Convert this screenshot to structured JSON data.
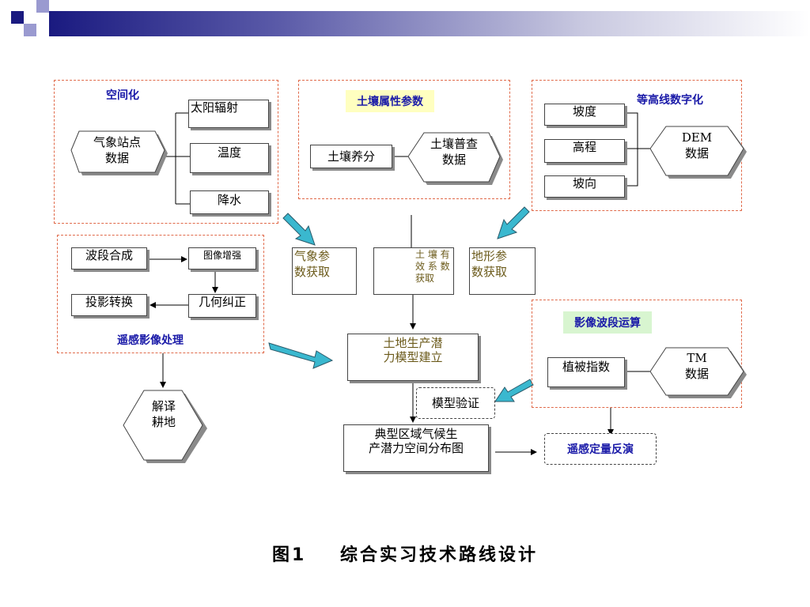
{
  "slide": {
    "caption": "图1    综合实习技术路线设计"
  },
  "climate_group": {
    "title": "空间化",
    "source": "气象站点\n数据",
    "items": [
      "太阳辐射",
      "温度",
      "降水"
    ]
  },
  "soil_group": {
    "title": "土壤属性参数",
    "source": "土壤普查\n数据",
    "item": "土壤养分"
  },
  "terrain_group": {
    "title": "等高线数字化",
    "source": "DEM\n数据",
    "items": [
      "坡度",
      "高程",
      "坡向"
    ]
  },
  "rs_group": {
    "title": "遥感影像处理",
    "band_composite": "波段合成",
    "enhance": "图像增强",
    "projection": "投影转换",
    "geometric": "几何纠正"
  },
  "params": {
    "climate": "气象参\n数获取",
    "soil": "土 壤 有\n效 系 数\n获取",
    "terrain": "地形参\n数获取"
  },
  "band_group": {
    "title": "影像波段运算",
    "source": "TM\n数据",
    "item": "植被指数"
  },
  "model": {
    "build": "土地生产潜\n力模型建立",
    "verify": "模型验证",
    "result": "典型区域气候生\n产潜力空间分布图",
    "inversion": "遥感定量反演",
    "interpret": "解译\n耕地"
  }
}
